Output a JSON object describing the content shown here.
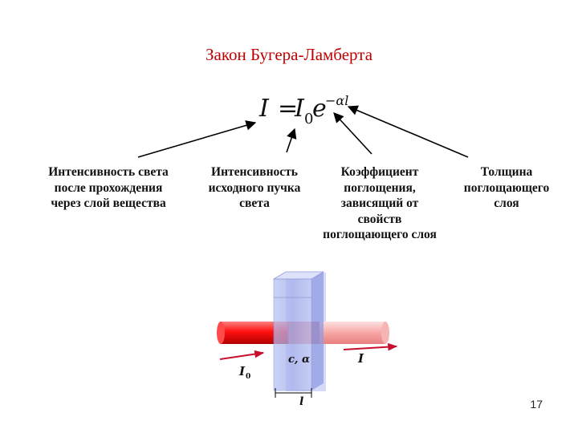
{
  "title": "Закон Бугера-Ламберта",
  "formula": {
    "lhs": "I",
    "equals": "=",
    "i0_base": "I",
    "i0_sub": "0",
    "e": "e",
    "exponent": "−αl"
  },
  "labels": [
    {
      "lines": [
        "Интенсивность света",
        "после прохождения",
        "через слой вещества"
      ]
    },
    {
      "lines": [
        "Интенсивность",
        "исходного пучка",
        "света"
      ]
    },
    {
      "lines": [
        "Коэффициент",
        "поглощения,",
        "зависящий от",
        "свойств",
        "поглощающего слоя"
      ]
    },
    {
      "lines": [
        "Толщина",
        "поглощающего",
        "слоя"
      ]
    }
  ],
  "illustration": {
    "incident_label_base": "I",
    "incident_label_sub": "0",
    "transmitted_label": "I",
    "medium_label": "c, α",
    "thickness_label": "l"
  },
  "colors": {
    "title": "#c00000",
    "incident_beam": "#e01010",
    "transmitted_beam": "#f0a0a0",
    "cuvette": "#a9b4ee",
    "arrows": "#c8102e"
  },
  "slide_number": "17"
}
